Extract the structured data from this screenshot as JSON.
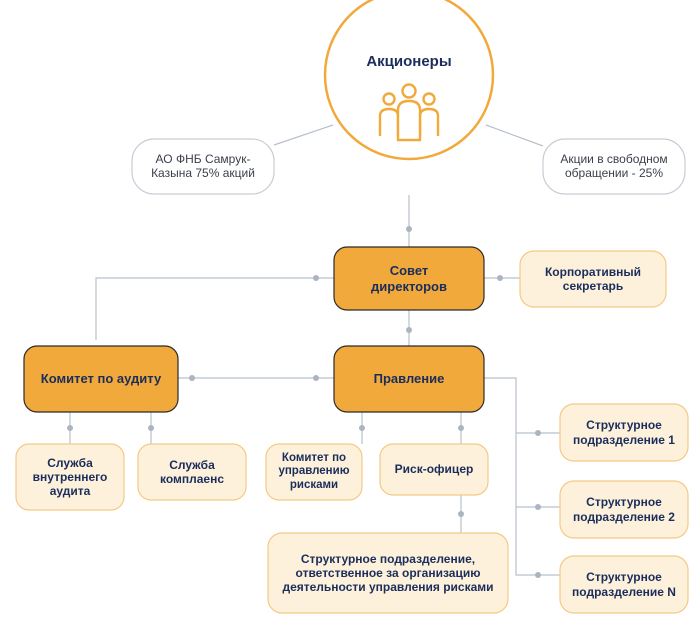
{
  "shareholders": {
    "title": "Акционеры",
    "icon": "people-group-icon",
    "left_text": "АО ФНБ Самрук-Казына 75% акций",
    "right_text": "Акции в свободном обращении - 25%"
  },
  "board": "Совет директоров",
  "secretary": "Корпоративный секретарь",
  "audit_committee": "Комитет по аудиту",
  "management": "Правление",
  "internal_audit": "Служба внутреннего аудита",
  "compliance": "Служба комплаенс",
  "risk_committee": "Комитет по управлению рисками",
  "risk_officer": "Риск-офицер",
  "risk_unit": "Структурное подразделение, ответственное за организацию деятельности управления рисками",
  "units": [
    "Структурное подразделение 1",
    "Структурное подразделение 2",
    "Структурное подразделение N"
  ],
  "colors": {
    "accent": "#F2A93B",
    "accent_light": "#FDF1DC",
    "box_border": "#2B2B2B",
    "light_border": "#F5C985",
    "connector": "#A9B3C1",
    "text": "#1B2D5A"
  }
}
